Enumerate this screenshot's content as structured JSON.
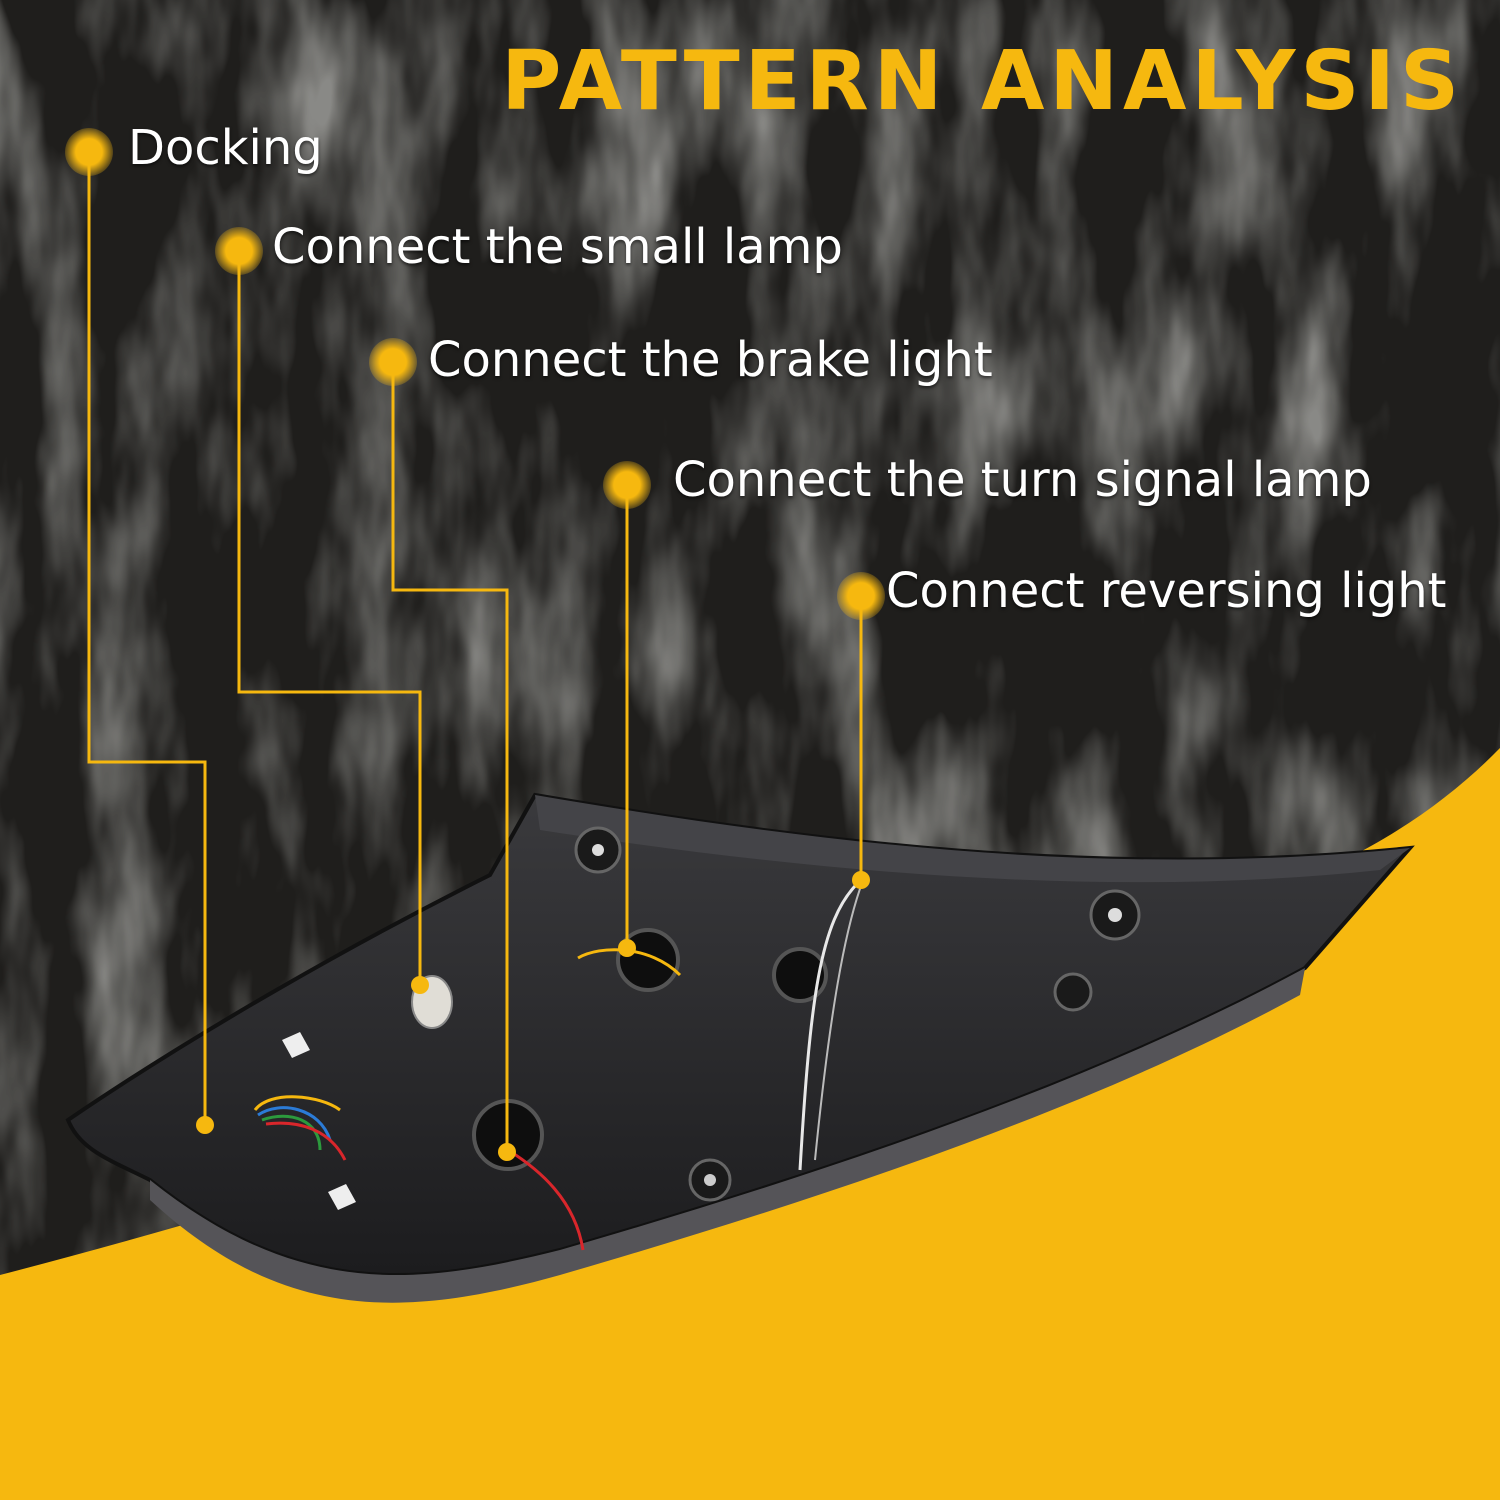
{
  "title": "PATTERN ANALYSIS",
  "callouts": [
    {
      "id": "docking",
      "label": "Docking"
    },
    {
      "id": "small-lamp",
      "label": "Connect the small lamp"
    },
    {
      "id": "brake-light",
      "label": "Connect the brake light"
    },
    {
      "id": "turn-signal",
      "label": "Connect the turn signal lamp"
    },
    {
      "id": "reversing-light",
      "label": "Connect reversing light"
    }
  ],
  "colors": {
    "accent": "#F6B80F",
    "background": "#1f1e1c",
    "label_text": "#ffffff",
    "lamp_housing": "#2a2a2c"
  }
}
